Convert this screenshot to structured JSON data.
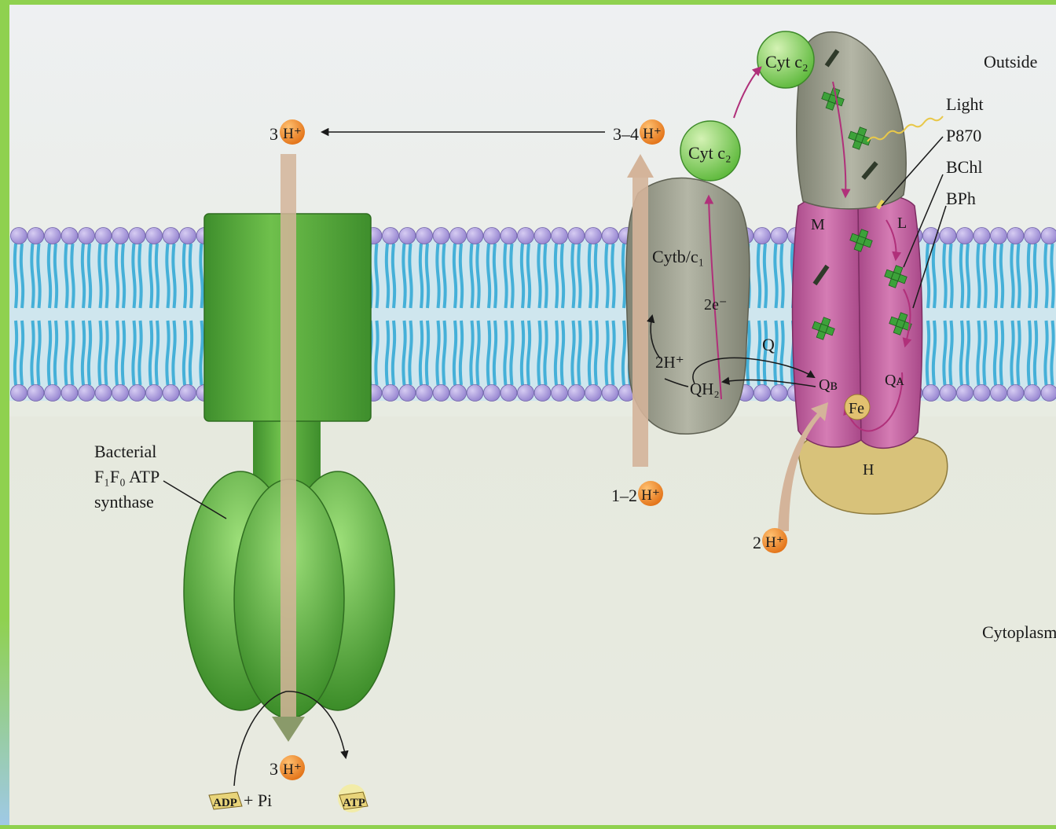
{
  "regions": {
    "outside": "Outside",
    "cytoplasm": "Cytoplasm"
  },
  "atp_synthase": {
    "label_line1": "Bacterial",
    "label_line2": "F₁F₀ ATP",
    "label_line3": "synthase",
    "proton_top_count": "3",
    "proton_bottom_count": "3",
    "adp": "ADP",
    "pi": "+ Pi",
    "atp": "ATP"
  },
  "cyt_bc1": {
    "label": "Cytb/c₁",
    "electrons": "2e⁻",
    "protons_in": "2H⁺",
    "qh2": "QH₂",
    "q": "Q",
    "proton_top_count": "3–4",
    "proton_bottom_count": "1–2"
  },
  "cyt_c2": {
    "upper_label": "Cyt c₂",
    "lower_label": "Cyt c₂"
  },
  "reaction_center": {
    "m": "M",
    "l": "L",
    "h": "H",
    "qb": "Qʙ",
    "qa": "Qᴀ",
    "fe": "Fe",
    "proton_in_count": "2"
  },
  "legend": {
    "light": "Light",
    "p870": "P870",
    "bchl": "BChl",
    "bph": "BPh"
  },
  "proton_symbol": "H⁺",
  "colors": {
    "membrane_head": "#a89ad8",
    "membrane_tail": "#45b0d8",
    "atp_synthase": "#5aa83c",
    "cyt_bc1": "#9a9c8c",
    "cyt_c2": "#8fd45c",
    "reaction_center_ml": "#c0609a",
    "reaction_center_h": "#d8c27a",
    "proton": "#f08a22",
    "arrow": "#d4b49a"
  }
}
